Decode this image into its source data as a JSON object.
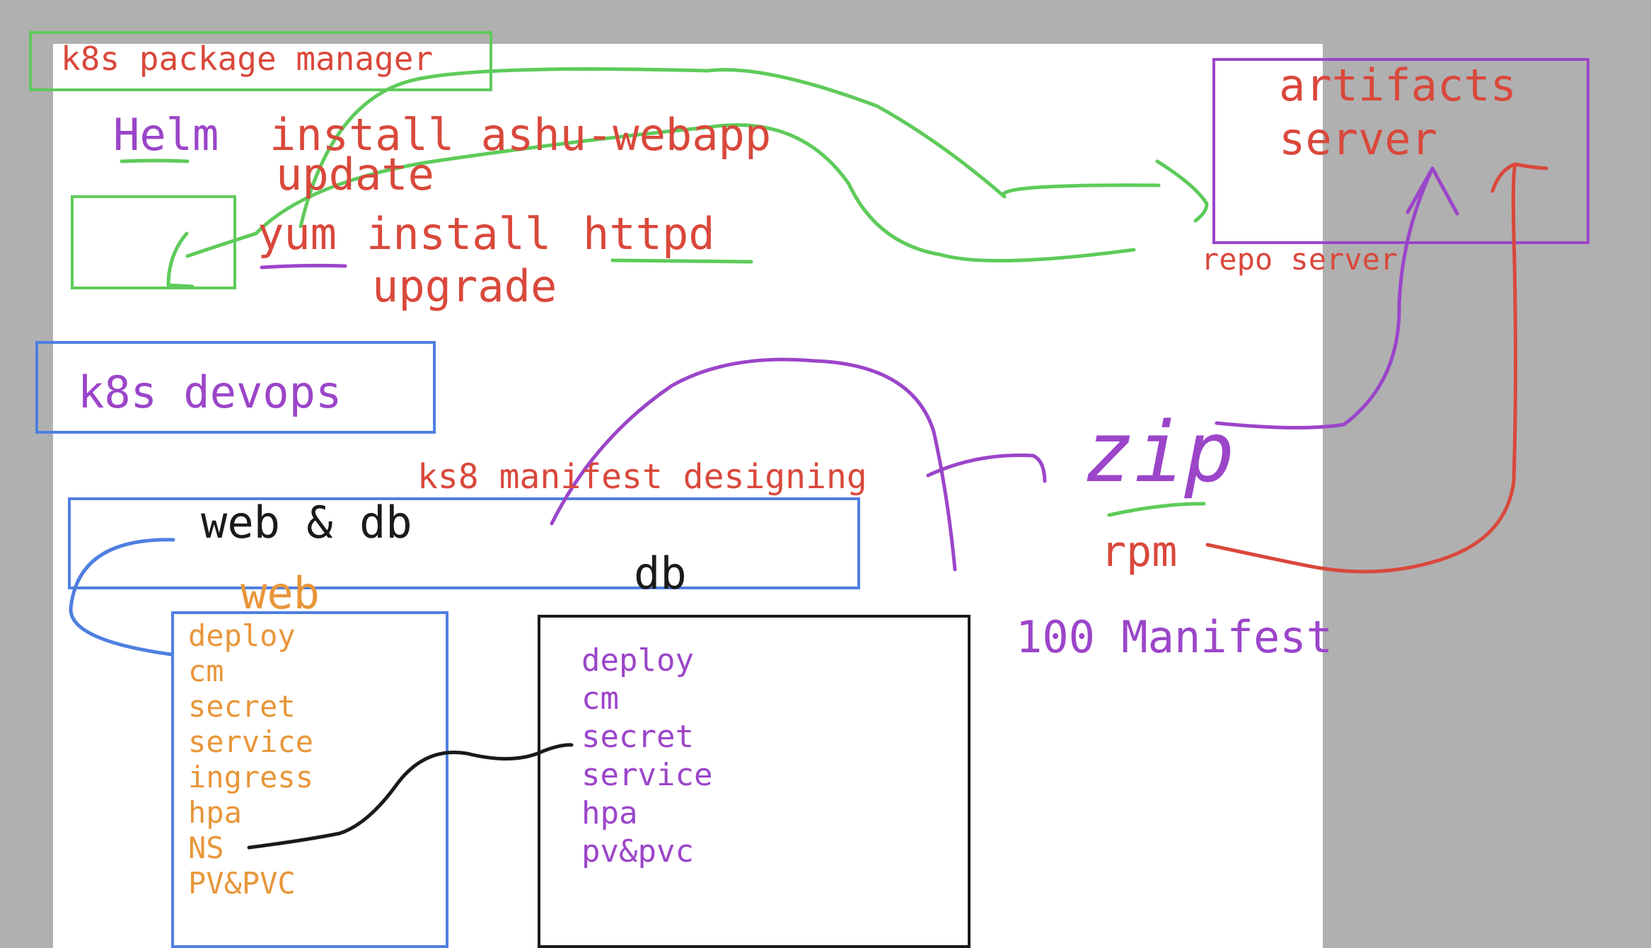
{
  "colors": {
    "canvas_gray": "#b0b0b0",
    "board_white": "#ffffff",
    "red": "#d9483b",
    "purple": "#9b45c9",
    "green": "#5ecb5a",
    "blue": "#4f7fe0",
    "orange": "#e8963a",
    "black": "#1a1a1a"
  },
  "helm_section": {
    "title": "k8s package manager",
    "helm_word": "Helm",
    "helm_command": "install ashu-webapp",
    "helm_subcommand": "update",
    "yum_word": "yum",
    "yum_command": "install",
    "yum_package": "httpd",
    "yum_subcommand": "upgrade"
  },
  "repo": {
    "title_line1": "artifacts",
    "title_line2": "server",
    "caption": "repo server"
  },
  "devops": {
    "title": "k8s devops"
  },
  "manifest": {
    "heading": "ks8 manifest designing",
    "app_label": "web & db",
    "db_label": "db",
    "web_label": "web",
    "web_items": [
      "deploy",
      "cm",
      "secret",
      "service",
      "ingress",
      "hpa",
      "NS",
      "PV&PVC"
    ],
    "db_items": [
      "deploy",
      "cm",
      "secret",
      "service",
      "hpa",
      "pv&pvc"
    ]
  },
  "packaging": {
    "zip": "zip",
    "rpm": "rpm",
    "count_note": "100 Manifest"
  }
}
